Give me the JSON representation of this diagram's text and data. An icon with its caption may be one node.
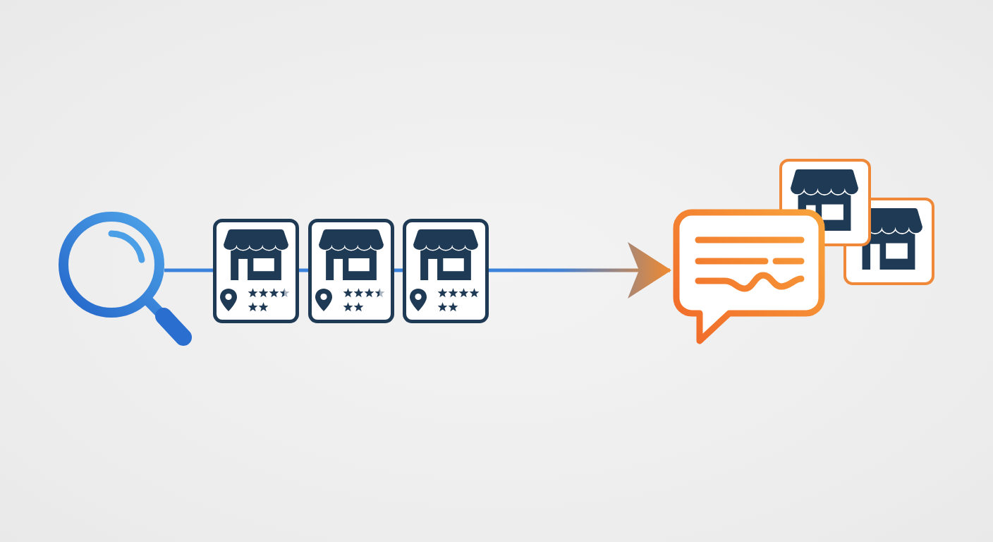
{
  "diagram": {
    "nodes": [
      {
        "text": [],
        "shape": "picture"
      },
      {
        "text": [],
        "shape": "picture"
      },
      {
        "text": [],
        "shape": "picture"
      },
      {
        "text": [],
        "shape": "picture"
      },
      {
        "text": [],
        "shape": "picture"
      },
      {
        "text": [],
        "shape": "picture"
      },
      {
        "text": [],
        "shape": "picture"
      }
    ],
    "edges": [
      {
        "from": 0,
        "to": 1,
        "arrow": "none"
      },
      {
        "from": 1,
        "to": 2,
        "arrow": "none"
      },
      {
        "from": 2,
        "to": 3,
        "arrow": "none"
      },
      {
        "from": 3,
        "to": 4,
        "arrow": "to",
        "color": "#f28a2e"
      }
    ]
  }
}
